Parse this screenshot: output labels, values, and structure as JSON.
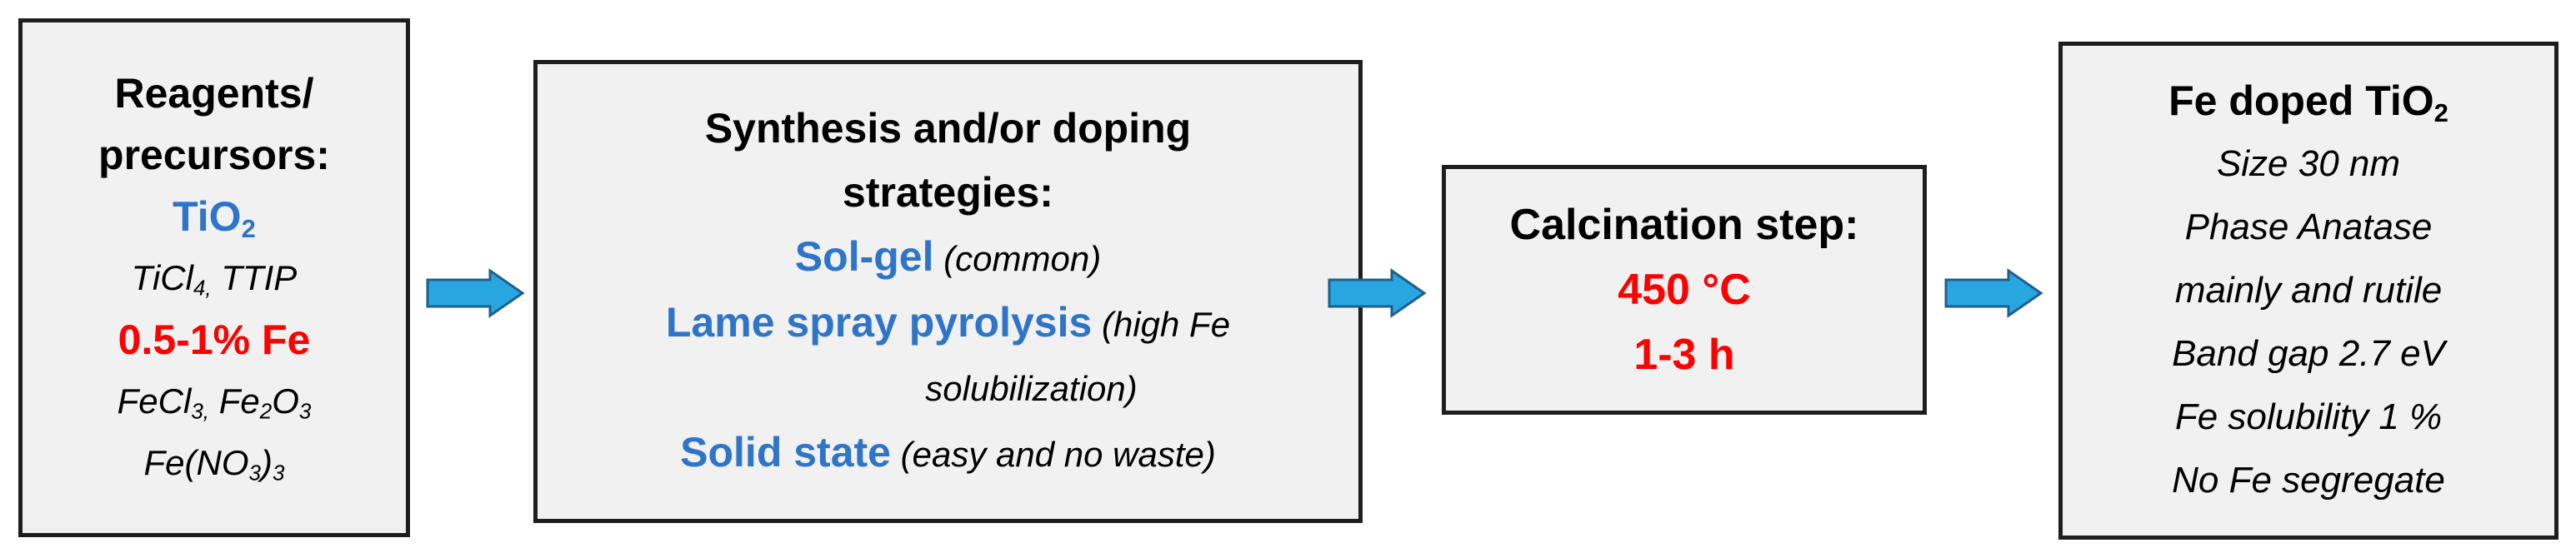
{
  "box1": {
    "title_l1": "Reagents/",
    "title_l2": "precursors:",
    "tio2_main": "TiO",
    "tio2_sub": "2",
    "ti_precursors_a": "TiCl",
    "ti_precursors_sub": "4,",
    "ti_precursors_b": " TTIP",
    "fe_amount": "0.5-1% Fe",
    "fe_line1_a": "FeCl",
    "fe_line1_sub1": "3,",
    "fe_line1_b": " Fe",
    "fe_line1_sub2": "2",
    "fe_line1_c": "O",
    "fe_line1_sub3": "3",
    "fe_line2_a": "Fe(NO",
    "fe_line2_sub1": "3",
    "fe_line2_b": ")",
    "fe_line2_sub2": "3"
  },
  "box2": {
    "title_l1": "Synthesis and/or doping",
    "title_l2": "strategies:",
    "m1_name": "Sol-gel",
    "m1_note": " (common)",
    "m2_name": "Lame spray pyrolysis",
    "m2_note": " (high Fe",
    "m2_note2": "solubilization)",
    "m3_name": "Solid state",
    "m3_note": " (easy and no waste)"
  },
  "box3": {
    "title": "Calcination step:",
    "temp": "450 °C",
    "time": "1-3 h"
  },
  "box4": {
    "title_a": "Fe doped TiO",
    "title_sub": "2",
    "line1": "Size 30 nm",
    "line2": "Phase Anatase",
    "line3": "mainly and rutile",
    "line4": "Band gap 2.7 eV",
    "line5": "Fe solubility 1 %",
    "line6": "No Fe segregate"
  },
  "colors": {
    "blue_text": "#2e75c9",
    "red_text": "#ff0000",
    "arrow_fill": "#27a6df",
    "arrow_stroke": "#1f5f8c",
    "box_fill": "#f1f1f1",
    "box_border": "#1e1e1e"
  }
}
